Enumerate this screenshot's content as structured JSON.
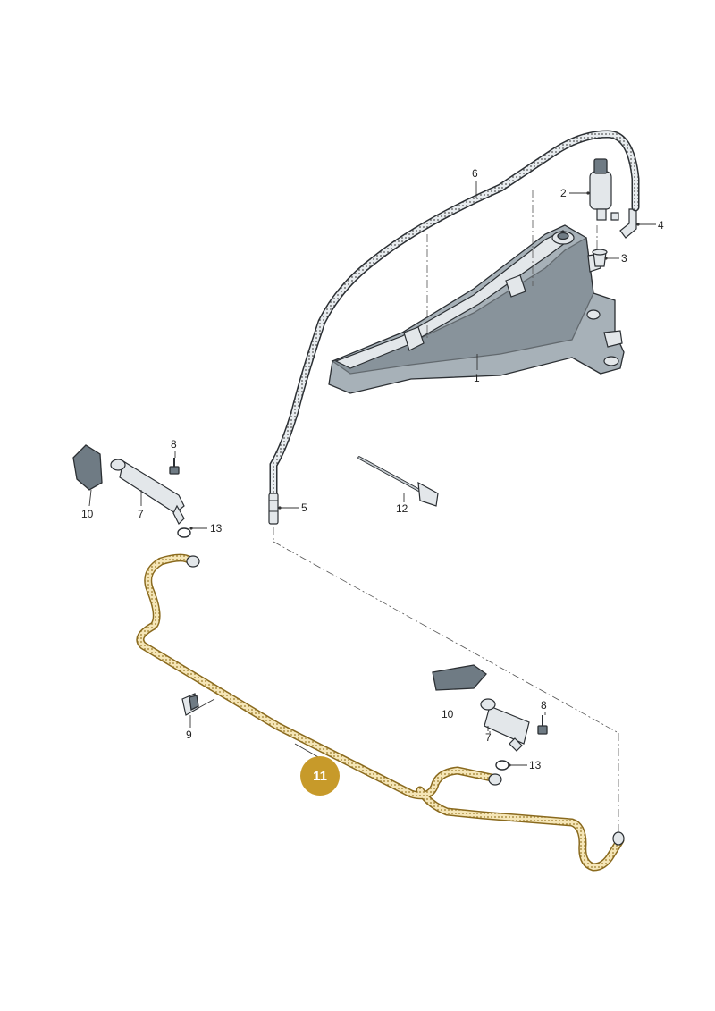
{
  "labels": {
    "p1": "1",
    "p2": "2",
    "p3": "3",
    "p4": "4",
    "p5": "5",
    "p6": "6",
    "p7a": "7",
    "p7b": "7",
    "p8a": "8",
    "p8b": "8",
    "p9": "9",
    "p10a": "10",
    "p10b": "10",
    "p12": "12",
    "p13a": "13",
    "p13b": "13"
  },
  "highlight": {
    "label": "11",
    "color": "#c79a2a"
  },
  "colors": {
    "part": "#a7b1b8",
    "hose_highlight": "#d9b24c"
  }
}
